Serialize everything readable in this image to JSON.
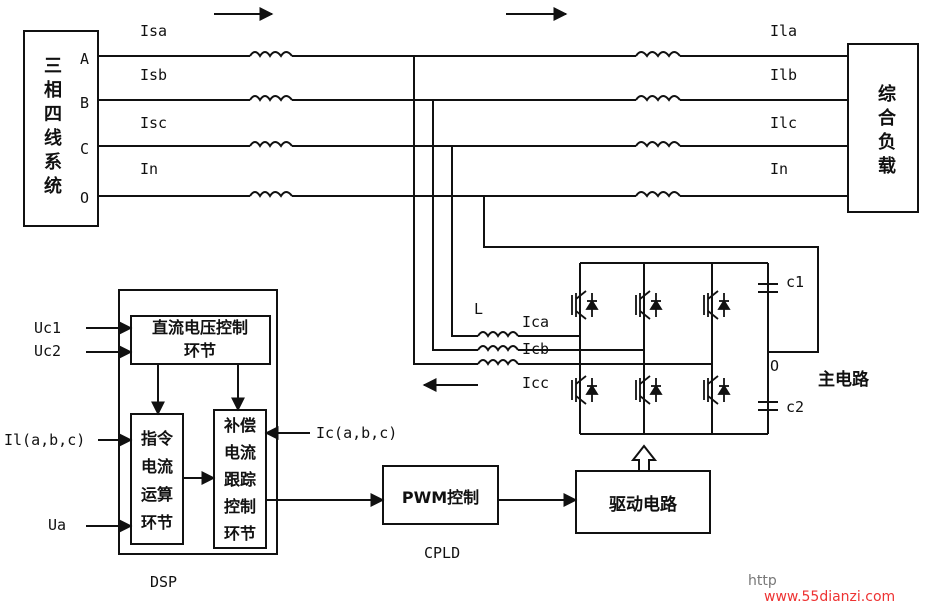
{
  "source_system": {
    "label": "三相四线系统"
  },
  "load": {
    "label": "综合负载"
  },
  "phase_terminals": [
    "A",
    "B",
    "C",
    "O"
  ],
  "source_currents": [
    "Isa",
    "Isb",
    "Isc",
    "In"
  ],
  "load_currents": [
    "Ila",
    "Ilb",
    "Ilc",
    "In"
  ],
  "filter": {
    "inductor_label": "L",
    "currents": [
      "Ica",
      "Icb",
      "Icc"
    ]
  },
  "dc_link": {
    "capacitors": [
      "c1",
      "c2"
    ],
    "midpoint": "O"
  },
  "main_circuit_label": "主电路",
  "dsp": {
    "label": "DSP",
    "dc_voltage_block": "直流电压控制环节",
    "command_block": "指令电流运算环节",
    "tracking_block": "补偿电流跟踪控制环节",
    "inputs": [
      "Uc1",
      "Uc2",
      "Il(a,b,c)",
      "Ua"
    ],
    "feedback_input": "Ic(a,b,c)"
  },
  "cpld": {
    "label": "CPLD",
    "pwm_block": "PWM控制"
  },
  "driver_block": "驱动电路",
  "watermark": {
    "prefix": "http",
    "site": "www.55dianzi.com"
  }
}
